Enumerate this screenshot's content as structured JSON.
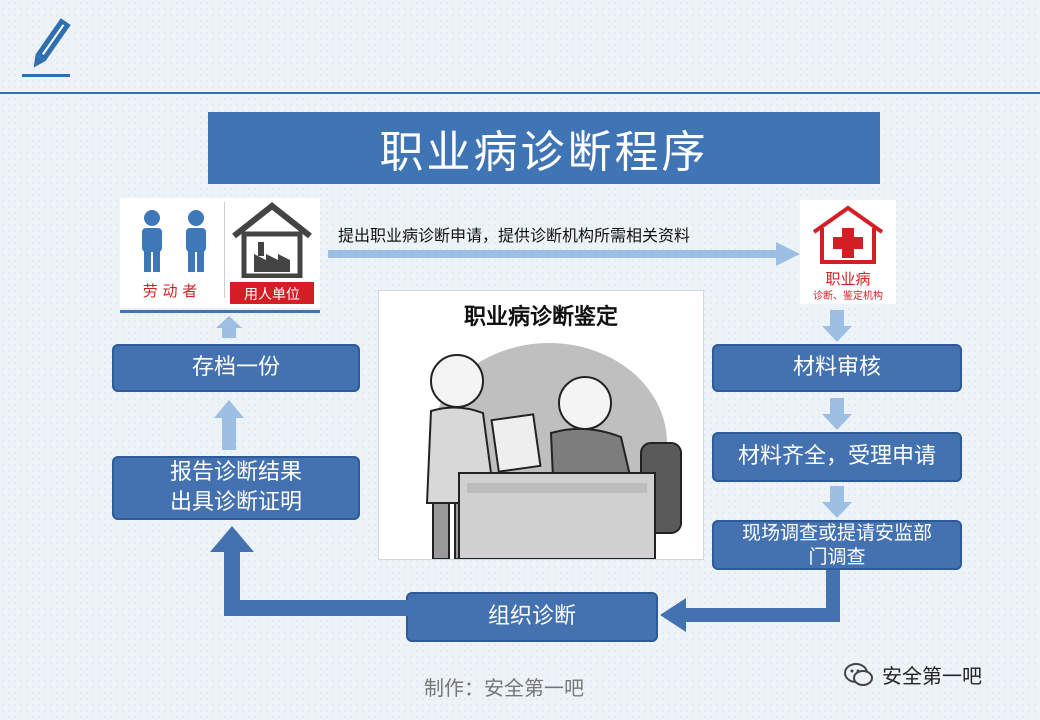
{
  "title": "职业病诊断程序",
  "left_card": {
    "workers_label": "劳 动 者",
    "employer_label": "用人单位"
  },
  "right_card": {
    "label_main": "职业病",
    "label_sub": "诊断、鉴定机构"
  },
  "top_arrow_text": "提出职业病诊断申请，提供诊断机构所需相关资料",
  "illustration_title": "职业病诊断鉴定",
  "right_steps": [
    "材料审核",
    "材料齐全，受理申请",
    "现场调查或提请安监部门调查"
  ],
  "bottom_step": "组织诊断",
  "left_steps": [
    "报告诊断结果\n出具诊断证明",
    "存档一份"
  ],
  "footer_credit": "制作：安全第一吧",
  "footer_brand": "安全第一吧",
  "colors": {
    "box": "#4472b1",
    "arrow": "#5b8bc9",
    "light_arrow": "#9dbfe3",
    "title_band": "#3f74b5",
    "medical_red": "#d31e25"
  },
  "icons": [
    "pencil-icon",
    "worker-icon",
    "factory-house-icon",
    "hospital-cross-icon",
    "wechat-icon"
  ]
}
